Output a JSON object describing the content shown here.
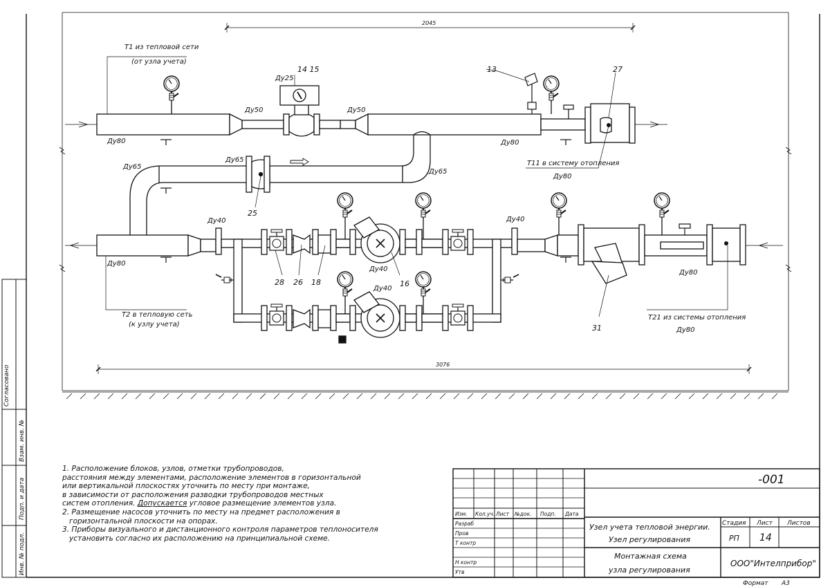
{
  "dimensions": {
    "top": "2045",
    "bottom": "3076"
  },
  "pipe_labels": {
    "t1": "Т1 из тепловой сети",
    "t1_sub": "(от узла учета)",
    "t11": "Т11 в систему отопления",
    "t2": "Т2 в тепловую сеть",
    "t2_sub": "(к узлу учета)",
    "t21": "Т21 из системы отопления",
    "du80": "Ду80",
    "du50": "Ду50",
    "du25": "Ду25",
    "du65": "Ду65",
    "du40": "Ду40"
  },
  "callouts": {
    "c14_15": "14 15",
    "c13": "13",
    "c27": "27",
    "c25": "25",
    "c28": "28",
    "c26": "26",
    "c18": "18",
    "c16": "16",
    "c31": "31"
  },
  "side_stamp": {
    "agreed": "Согласовано",
    "vzam": "Взам. инв. №",
    "podp_data": "Подп. и дата",
    "inv_podl": "Инв. № подл."
  },
  "notes": {
    "n1_a": "1.  Расположение блоков, узлов, отметки трубопроводов,",
    "n1_b": "расстояния между элементами, расположение элементов в горизонтальной",
    "n1_c": "или вертикальной плоскостях уточнить по месту при монтаже,",
    "n1_d": "в зависимости от расположения разводки трубопроводов местных",
    "n1_e1": "систем отопления. ",
    "n1_e2": "Допускается",
    "n1_e3": " угловое размещение элементов узла.",
    "n2_a": "2. Размещение насосов уточнить по месту на предмет расположения в",
    "n2_b": "горизонтальной плоскости на опорах.",
    "n3_a": "3. Приборы визуального и дистанционного контроля параметров теплоносителя",
    "n3_b": "установить согласно их расположению на принципиальной схеме."
  },
  "title_block": {
    "code": "-001",
    "headers": [
      "Изм.",
      "Кол.уч.",
      "Лист",
      "№док.",
      "Подп.",
      "Дата"
    ],
    "roles": [
      "Разраб",
      "Пров",
      "Т контр",
      "",
      "Н контр",
      "Утв"
    ],
    "project_line1": "Узел учета тепловой энергии.",
    "project_line2": "Узел   регулирования",
    "stage_label": "Стадия",
    "sheet_label": "Лист",
    "sheets_label": "Листов",
    "stage_value": "РП",
    "sheet_value": "14",
    "drawing_line1": "Монтажная схема",
    "drawing_line2": "узла регулирования",
    "company": "ООО\"Интелприбор\"",
    "format_label": "Формат",
    "format_value": "А3"
  }
}
